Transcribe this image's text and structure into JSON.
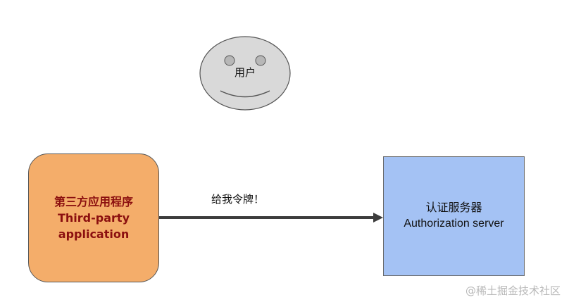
{
  "user": {
    "label": "用户"
  },
  "third_party": {
    "label_cn": "第三方应用程序",
    "label_en_line1": "Third-party",
    "label_en_line2": "application",
    "fill_color": "#f4ad6a",
    "text_color": "#8b0f0f"
  },
  "arrow": {
    "label": "给我令牌！"
  },
  "auth_server": {
    "label_cn": "认证服务器",
    "label_en": "Authorization server",
    "fill_color": "#a4c2f4"
  },
  "watermark": {
    "text": "@稀土掘金技术社区"
  }
}
